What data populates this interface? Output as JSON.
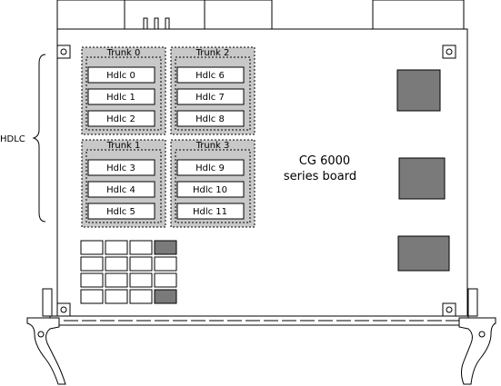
{
  "side_label": "HDLC",
  "board_label_line1": "CG 6000",
  "board_label_line2": "series board",
  "trunks": [
    {
      "label": "Trunk 0",
      "channels": [
        "Hdlc 0",
        "Hdlc 1",
        "Hdlc 2"
      ]
    },
    {
      "label": "Trunk 2",
      "channels": [
        "Hdlc 6",
        "Hdlc 7",
        "Hdlc 8"
      ]
    },
    {
      "label": "Trunk 1",
      "channels": [
        "Hdlc 3",
        "Hdlc 4",
        "Hdlc 5"
      ]
    },
    {
      "label": "Trunk 3",
      "channels": [
        "Hdlc 9",
        "Hdlc 10",
        "Hdlc 11"
      ]
    }
  ],
  "colors": {
    "trunk_fill": "#c8c8c8",
    "chip_fill": "#7a7a7a",
    "line": "#000000",
    "dark_led": "#7a7a7a"
  }
}
